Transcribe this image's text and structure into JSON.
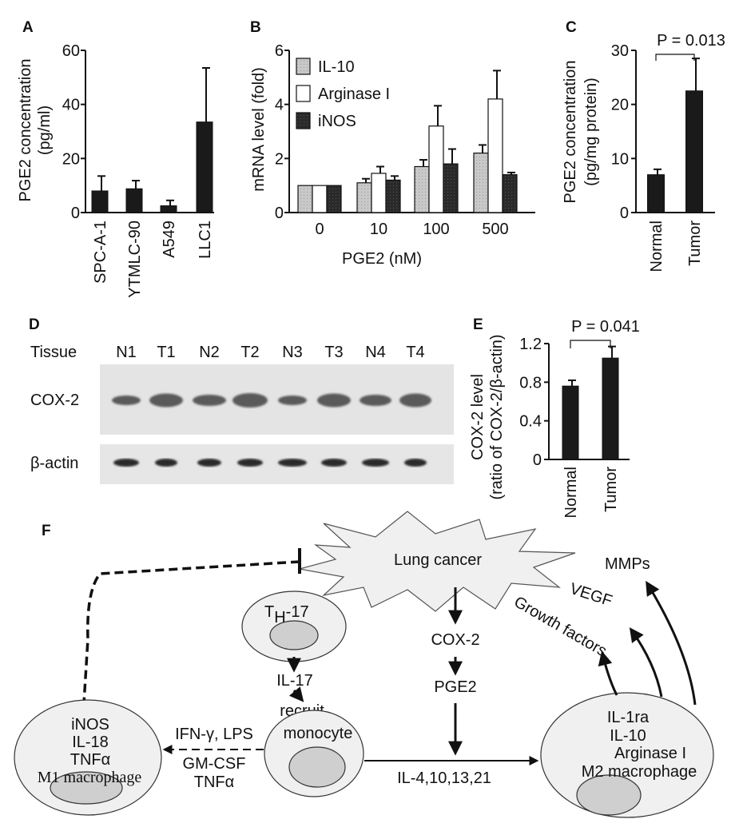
{
  "chart_data": [
    {
      "panel": "A",
      "type": "bar",
      "ylabel": "PGE2 concentration\n(pg/ml)",
      "ylim": [
        0,
        60
      ],
      "yticks": [
        "0",
        "20",
        "40",
        "60"
      ],
      "categories": [
        "SPC-A-1",
        "YTMLC-90",
        "A549",
        "LLC1"
      ],
      "values": [
        8,
        8.8,
        2.5,
        33.5
      ],
      "errors": [
        5.5,
        3,
        2,
        20
      ]
    },
    {
      "panel": "B",
      "type": "bar",
      "xlabel": "PGE2 (nM)",
      "ylabel": "mRNA level (fold)",
      "ylim": [
        0,
        6
      ],
      "yticks": [
        "0",
        "2",
        "4",
        "6"
      ],
      "categories": [
        "0",
        "10",
        "100",
        "500"
      ],
      "legend_position": "top-left",
      "series": [
        {
          "name": "IL-10",
          "values": [
            1,
            1.1,
            1.7,
            2.2
          ],
          "errors": [
            0,
            0.15,
            0.25,
            0.3
          ]
        },
        {
          "name": "Arginase I",
          "values": [
            1,
            1.45,
            3.2,
            4.2
          ],
          "errors": [
            0,
            0.25,
            0.75,
            1.05
          ]
        },
        {
          "name": "iNOS",
          "values": [
            1,
            1.2,
            1.8,
            1.4
          ],
          "errors": [
            0,
            0.15,
            0.55,
            0.08
          ]
        }
      ]
    },
    {
      "panel": "C",
      "type": "bar",
      "ylabel": "PGE2 concentration\n(pg/mg protein)",
      "ylim": [
        0,
        30
      ],
      "yticks": [
        "0",
        "10",
        "20",
        "30"
      ],
      "categories": [
        "Normal",
        "Tumor"
      ],
      "values": [
        7,
        22.5
      ],
      "errors": [
        1,
        6
      ],
      "annotation": "P = 0.013"
    },
    {
      "panel": "E",
      "type": "bar",
      "ylabel": "COX-2 level\n(ratio of COX-2/β-actin)",
      "ylim": [
        0,
        1.2
      ],
      "yticks": [
        "0",
        "0.4",
        "0.8",
        "1.2"
      ],
      "categories": [
        "Normal",
        "Tumor"
      ],
      "values": [
        0.76,
        1.05
      ],
      "errors": [
        0.06,
        0.12
      ],
      "annotation": "P = 0.041"
    }
  ],
  "panel_labels": {
    "A": "A",
    "B": "B",
    "C": "C",
    "D": "D",
    "E": "E",
    "F": "F"
  },
  "blot": {
    "tissue_label": "Tissue",
    "lanes": [
      "N1",
      "T1",
      "N2",
      "T2",
      "N3",
      "T3",
      "N4",
      "T4"
    ],
    "row1_label": "COX-2",
    "row2_label": "β-actin"
  },
  "diagram": {
    "lung_cancer": "Lung cancer",
    "mmps": "MMPs",
    "vegf": "VEGF",
    "growth_factors": "Growth factors",
    "th17_main": "T",
    "th17_sub": "H",
    "th17_rest": "-17",
    "il17": "IL-17",
    "recruit": "recruit",
    "cox2": "COX-2",
    "pge2": "PGE2",
    "monocyte": "monocyte",
    "ifn_lps": "IFN-γ, LPS",
    "gmcsf": "GM-CSF",
    "tnfa": "TNFα",
    "il_list": "IL-4,10,13,21",
    "m1_lines": [
      "iNOS",
      "IL-18",
      "TNFα",
      "M1 macrophage"
    ],
    "m2_lines": [
      "IL-1ra",
      "IL-10",
      "Arginase I",
      "M2 macrophage"
    ]
  }
}
